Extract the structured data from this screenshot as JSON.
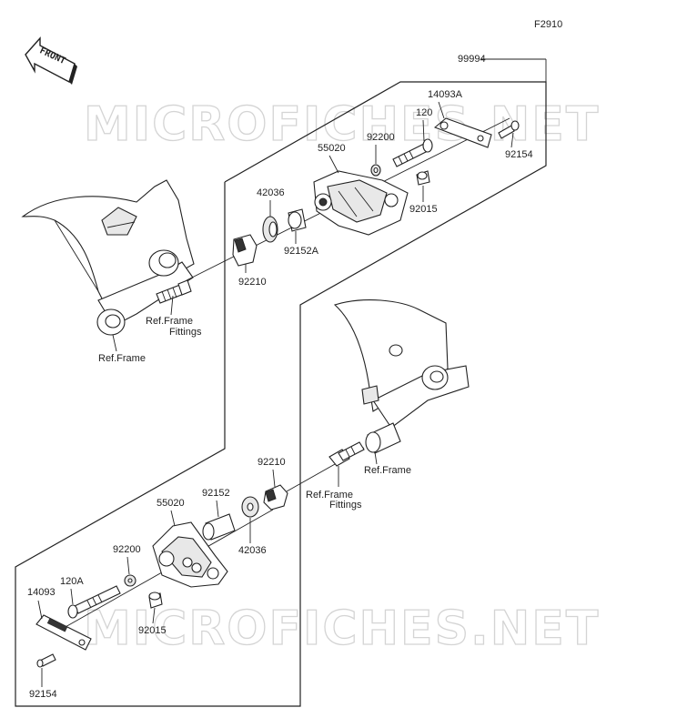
{
  "figure_code": "F2910",
  "front_label": "FRONT",
  "watermark": "MICROFICHES.NET",
  "labels": {
    "assembly_top": "99994",
    "bracket_14093A": "14093A",
    "bolt_120": "120",
    "bolt_92154_top": "92154",
    "collar_92015_top": "92015",
    "washer_92200_top": "92200",
    "slider_55020_top": "55020",
    "spacer_42036_top": "42036",
    "collar_92152A": "92152A",
    "nut_92210_top": "92210",
    "ref_frame_fittings_top_1": "Ref.Frame",
    "ref_frame_fittings_top_2": "Fittings",
    "ref_frame_top": "Ref.Frame",
    "nut_92210_bottom": "92210",
    "ref_frame_bottom": "Ref.Frame",
    "ref_frame_fittings_bottom_1": "Ref.Frame",
    "ref_frame_fittings_bottom_2": "Fittings",
    "slider_55020_bottom": "55020",
    "collar_92152": "92152",
    "spacer_42036_bottom": "42036",
    "washer_92200_bottom": "92200",
    "bolt_120A": "120A",
    "bracket_14093": "14093",
    "collar_92015_bottom": "92015",
    "bolt_92154_bottom": "92154"
  }
}
